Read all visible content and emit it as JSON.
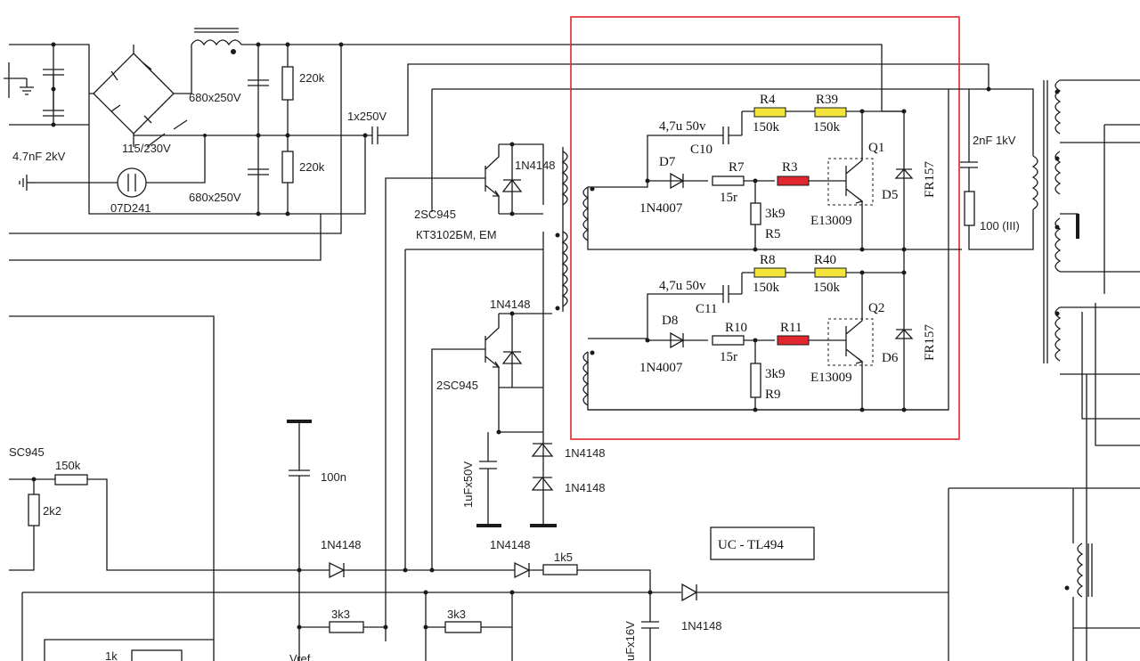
{
  "colors": {
    "highlight_box": "#e0262e",
    "resistor_yellow": "#f2e43a",
    "resistor_red": "#e0262e",
    "wire": "#1a1a1a"
  },
  "labels": {
    "c_mains_cap": "4.7nF 2kV",
    "c_filter_top": "680x250V",
    "c_filter_bottom": "680x250V",
    "r_bleed_top": "220k",
    "r_bleed_bottom": "220k",
    "voltage_switch": "115/230V",
    "varistor": "07D241",
    "c_series": "1x250V",
    "drv_transistor_top": "2SC945",
    "drv_transistor_alt": "КТ3102БМ, ЕМ",
    "drv_diode_top": "1N4148",
    "drv_diode_bottom": "1N4148",
    "drv_transistor_bottom": "2SC945",
    "diode_stack_1": "1N4148",
    "diode_stack_2": "1N4148",
    "cap_1uF": "1uFx50V",
    "sc945_left": "SC945",
    "r150k_left": "150k",
    "r2k2": "2k2",
    "c100n": "100n",
    "diode_low_1": "1N4148",
    "diode_low_2": "1N4148",
    "r1k5": "1k5",
    "diode_low_3": "1N4148",
    "cap_16v": "uFx16V",
    "r3k3_a": "3k3",
    "r3k3_b": "3k3",
    "r1k": "1k",
    "vref": "Vref",
    "uc_box": "UC - TL494",
    "c_2nf": "2nF 1kV",
    "r100": "100 (III)",
    "half_bridge": {
      "top": {
        "r4_name": "R4",
        "r4_val": "150k",
        "r39_name": "R39",
        "r39_val": "150k",
        "cap_val": "4,7u 50v",
        "cap_name": "C10",
        "diode_name": "D7",
        "diode_val": "1N4007",
        "r7_name": "R7",
        "r7_val": "15r",
        "r3_name": "R3",
        "r5_val": "3k9",
        "r5_name": "R5",
        "q_name": "Q1",
        "q_val": "E13009",
        "d_name": "D5",
        "d_val": "FR157"
      },
      "bottom": {
        "r8_name": "R8",
        "r8_val": "150k",
        "r40_name": "R40",
        "r40_val": "150k",
        "cap_val": "4,7u 50v",
        "cap_name": "C11",
        "diode_name": "D8",
        "diode_val": "1N4007",
        "r10_name": "R10",
        "r10_val": "15r",
        "r11_name": "R11",
        "r9_val": "3k9",
        "r9_name": "R9",
        "q_name": "Q2",
        "q_val": "E13009",
        "d_name": "D6",
        "d_val": "FR157"
      }
    }
  }
}
